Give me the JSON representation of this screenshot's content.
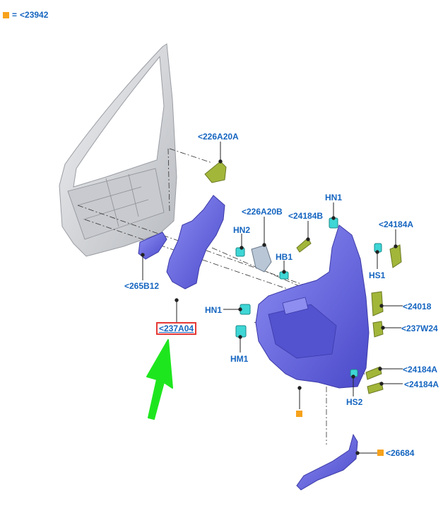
{
  "legend": {
    "equals": "=",
    "ref": "<23942",
    "marker_color": "#f7a21b"
  },
  "callouts": {
    "c226a20a": "<226A20A",
    "hn1_top": "HN1",
    "c226a20b": "<226A20B",
    "c24184b": "<24184B",
    "c24184a_top": "<24184A",
    "hn2": "HN2",
    "hb1": "HB1",
    "hs1": "HS1",
    "c265b12": "<265B12",
    "c24018": "<24018",
    "hn1_mid": "HN1",
    "c237w24": "<237W24",
    "c237a04": "<237A04",
    "hm1": "HM1",
    "c24184a_mid": "<24184A",
    "c24184a_low": "<24184A",
    "hs2": "HS2",
    "c26684": "<26684"
  },
  "colors": {
    "label": "#1565c0",
    "highlight": "#e53935",
    "arrow": "#1ee61e",
    "trim_panel": "#6f6ee8",
    "clip": "#3fd6d6",
    "bracket": "#a2b63a",
    "door_frame": "#d8dadd"
  }
}
